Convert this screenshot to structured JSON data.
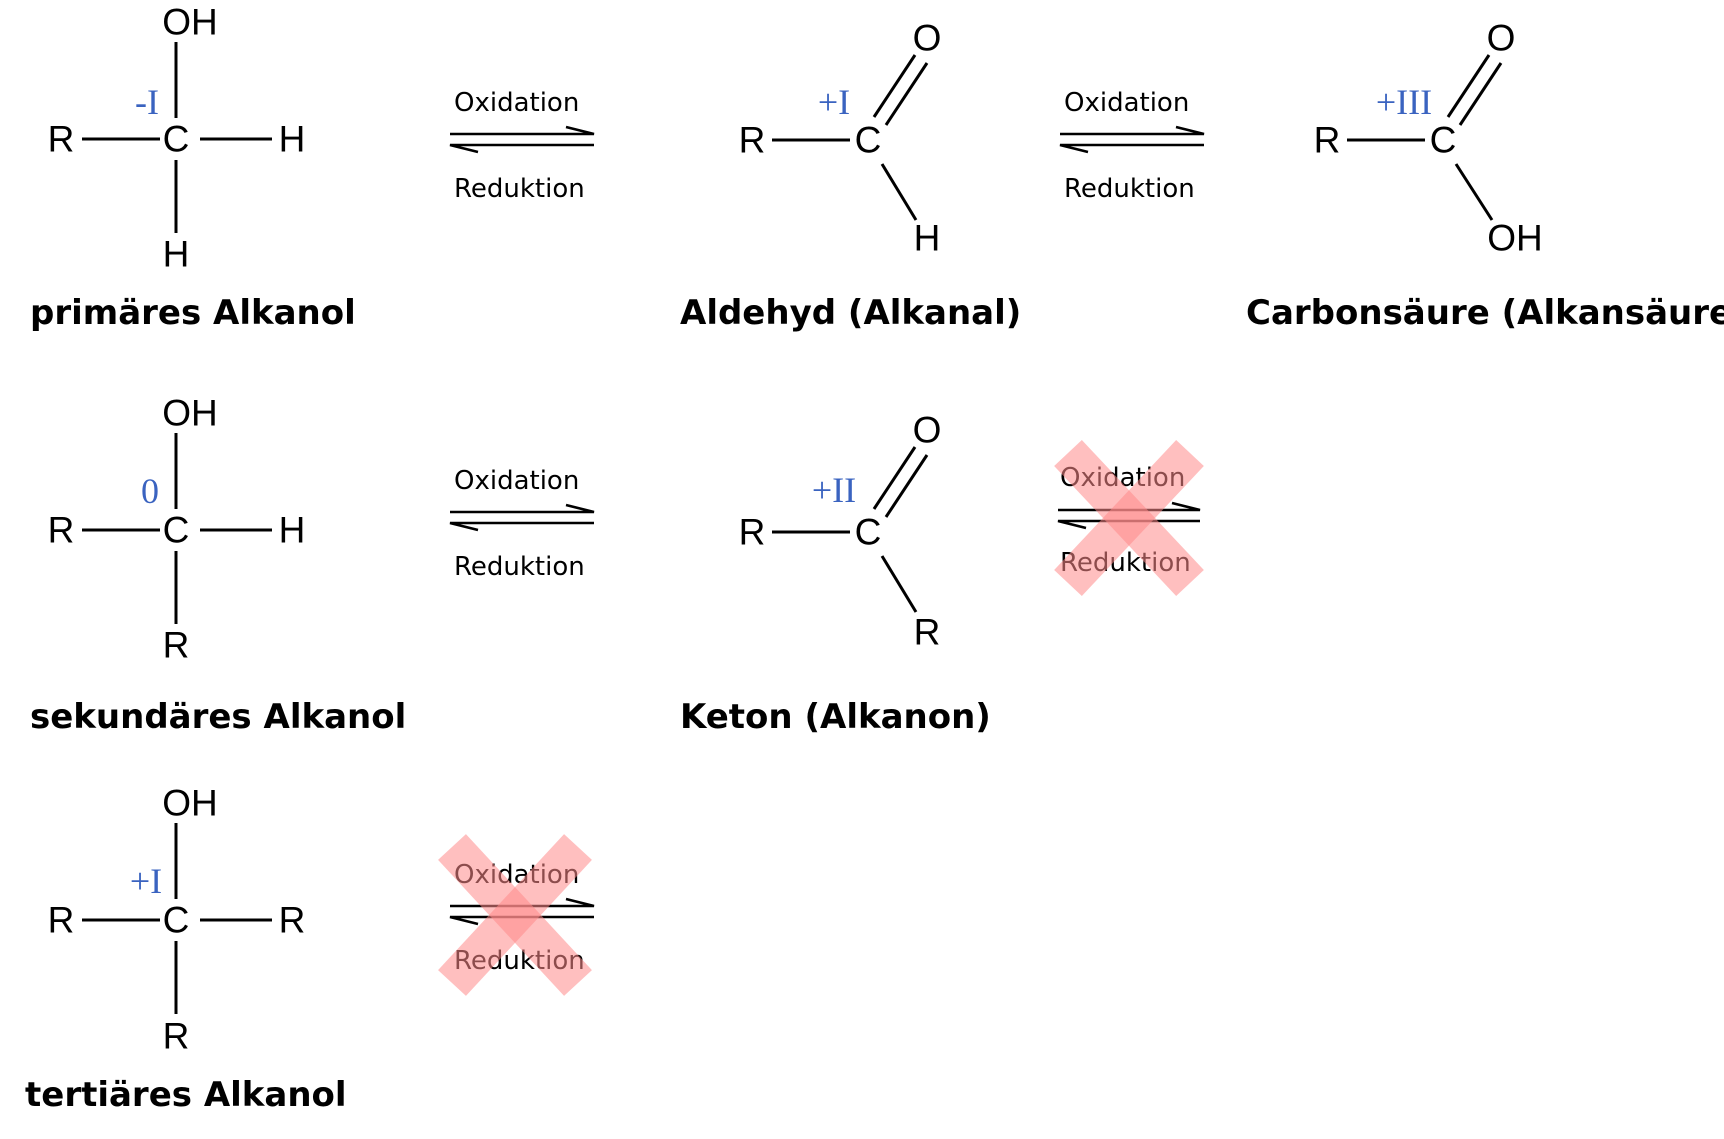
{
  "molecules": {
    "primary_alcohol": {
      "name": "primäres Alkanol",
      "top": "OH",
      "left": "R",
      "center": "C",
      "right": "H",
      "bottom": "H",
      "oxidation_state": "-I"
    },
    "aldehyde": {
      "name": "Aldehyd (Alkanal)",
      "left": "R",
      "center": "C",
      "double_bond": "O",
      "bottom": "H",
      "oxidation_state": "+I"
    },
    "carboxylic_acid": {
      "name": "Carbonsäure (Alkansäure)",
      "left": "R",
      "center": "C",
      "double_bond": "O",
      "bottom": "OH",
      "oxidation_state": "+III"
    },
    "secondary_alcohol": {
      "name": "sekundäres Alkanol",
      "top": "OH",
      "left": "R",
      "center": "C",
      "right": "H",
      "bottom": "R",
      "oxidation_state": "0"
    },
    "ketone": {
      "name": "Keton (Alkanon)",
      "left": "R",
      "center": "C",
      "double_bond": "O",
      "bottom": "R",
      "oxidation_state": "+II"
    },
    "tertiary_alcohol": {
      "name": "tertiäres Alkanol",
      "top": "OH",
      "left": "R",
      "center": "C",
      "right": "R",
      "bottom": "R",
      "oxidation_state": "+I"
    }
  },
  "reactions": [
    {
      "from": "primäres Alkanol",
      "to": "Aldehyd (Alkanal)",
      "forward_label": "Oxidation",
      "reverse_label": "Reduktion",
      "blocked": false
    },
    {
      "from": "Aldehyd (Alkanal)",
      "to": "Carbonsäure (Alkansäure)",
      "forward_label": "Oxidation",
      "reverse_label": "Reduktion",
      "blocked": false
    },
    {
      "from": "sekundäres Alkanol",
      "to": "Keton (Alkanon)",
      "forward_label": "Oxidation",
      "reverse_label": "Reduktion",
      "blocked": false
    },
    {
      "from": "Keton (Alkanon)",
      "forward_label": "Oxidation",
      "reverse_label": "Reduktion",
      "blocked": true
    },
    {
      "from": "tertiäres Alkanol",
      "forward_label": "Oxidation",
      "reverse_label": "Reduktion",
      "blocked": true
    }
  ],
  "colors": {
    "oxidation_state": "#3a63c0",
    "blocked_mark": "#ff8a8a",
    "bonds": "#000000"
  }
}
